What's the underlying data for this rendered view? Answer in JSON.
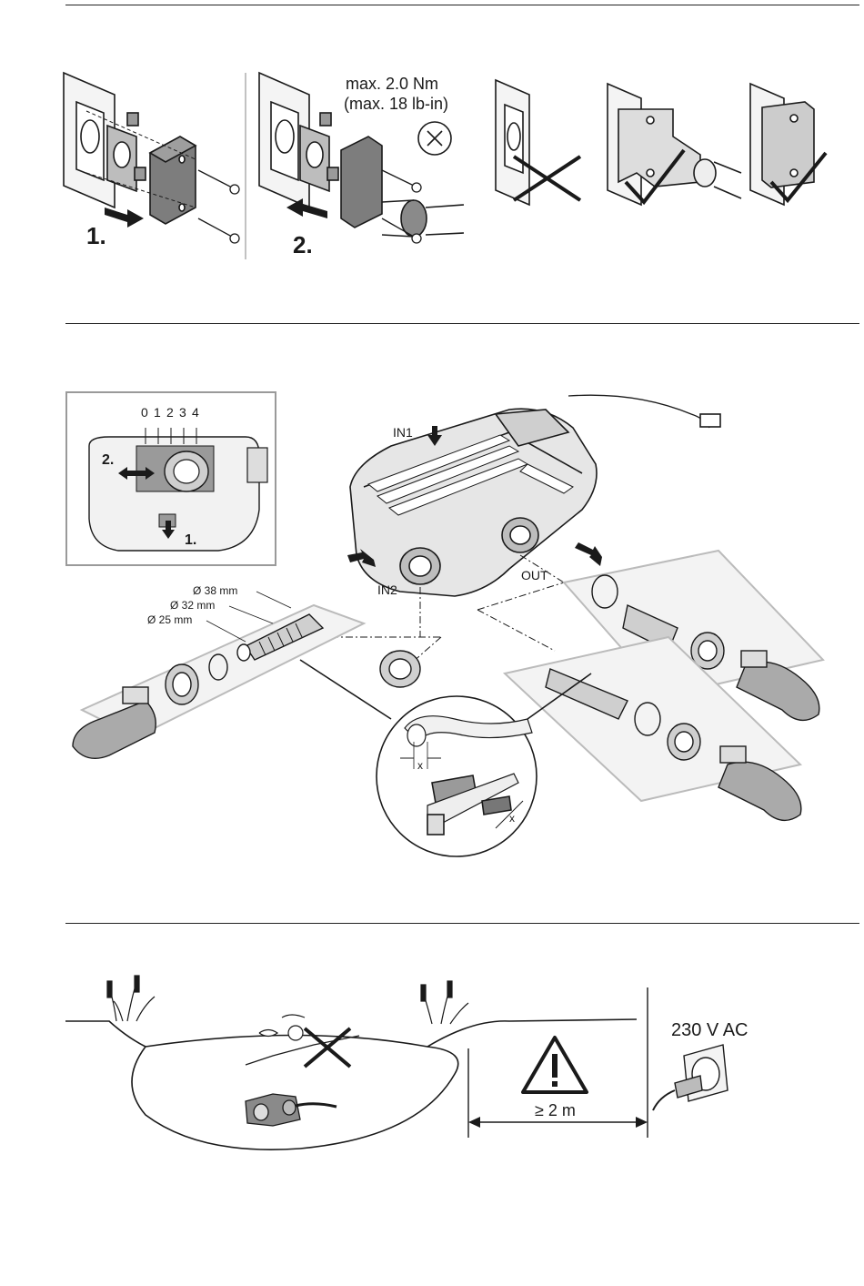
{
  "section1": {
    "step1": "1.",
    "step2": "2.",
    "torque": "max. 2.0 Nm",
    "torque_imperial": "(max. 18 lb-in)"
  },
  "section2": {
    "scale": [
      "0",
      "1",
      "2",
      "3",
      "4"
    ],
    "inset_step1": "1.",
    "inset_step2": "2.",
    "in1": "IN1",
    "in2": "IN2",
    "out": "OUT",
    "d38": "Ø 38 mm",
    "d32": "Ø 32 mm",
    "d25": "Ø 25 mm",
    "x1": "x",
    "x2": "x"
  },
  "section3": {
    "voltage": "230 V AC",
    "distance": "≥ 2 m"
  },
  "colors": {
    "line": "#1a1a1a",
    "grey": "#8a8a8a",
    "panel": "#eeeeee",
    "pump": "#d9d9d9"
  }
}
